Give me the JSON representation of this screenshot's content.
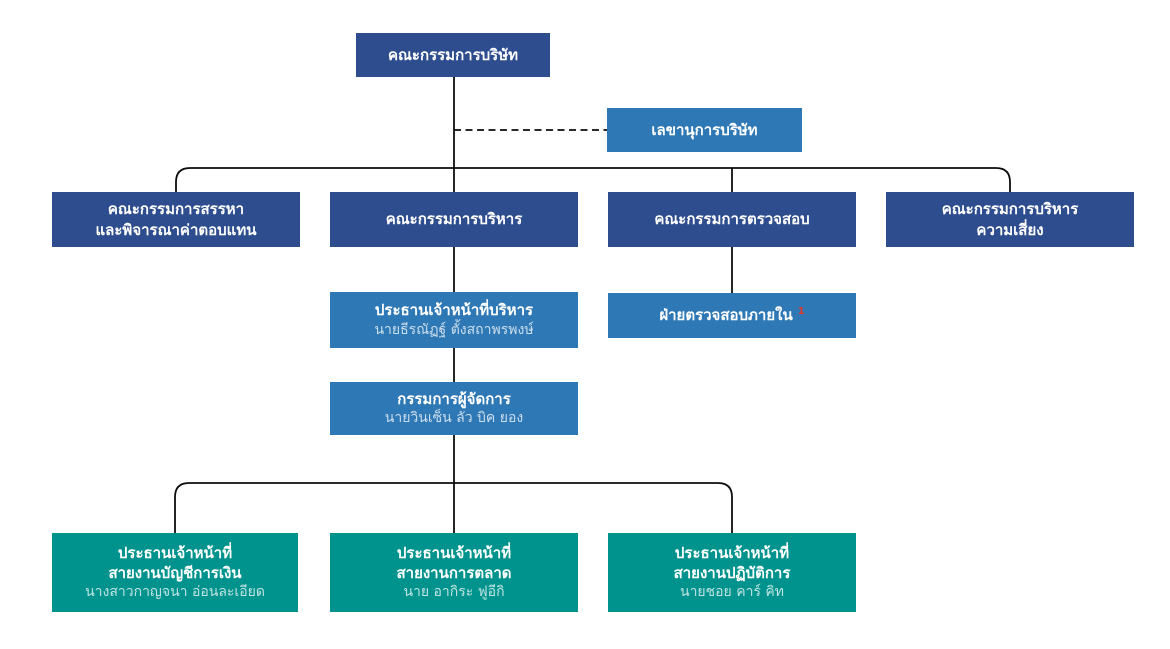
{
  "colors": {
    "dark_blue": "#2E4D8E",
    "medium_blue": "#2E78B5",
    "teal": "#00938D",
    "footnote_red": "#E63329",
    "line": "#0d0d0d"
  },
  "nodes": {
    "board": {
      "label": "คณะกรรมการบริษัท"
    },
    "secretary": {
      "label": "เลขานุการบริษัท"
    },
    "nomination": {
      "line1": "คณะกรรมการสรรหา",
      "line2": "และพิจารณาค่าตอบแทน"
    },
    "executive": {
      "label": "คณะกรรมการบริหาร"
    },
    "audit_committee": {
      "label": "คณะกรรมการตรวจสอบ"
    },
    "risk": {
      "line1": "คณะกรรมการบริหาร",
      "line2": "ความเสี่ยง"
    },
    "ceo": {
      "title": "ประธานเจ้าหน้าที่บริหาร",
      "name": "นายธีรณัฏฐ์ ตั้งสถาพรพงษ์"
    },
    "internal_audit": {
      "label": "ฝ่ายตรวจสอบภายใน",
      "footnote": "1"
    },
    "md": {
      "title": "กรรมการผู้จัดการ",
      "name": "นายวินเซ็น ลัว บิค ยอง"
    },
    "cfo": {
      "title_line1": "ประธานเจ้าหน้าที่",
      "title_line2": "สายงานบัญชีการเงิน",
      "name": "นางสาวกาญจนา อ่อนละเอียด"
    },
    "cmo": {
      "title_line1": "ประธานเจ้าหน้าที่",
      "title_line2": "สายงานการตลาด",
      "name": "นาย อากิระ ฟูอีกิ"
    },
    "coo": {
      "title_line1": "ประธานเจ้าหน้าที่",
      "title_line2": "สายงานปฏิบัติการ",
      "name": "นายชอย คาร์ คิท"
    }
  }
}
